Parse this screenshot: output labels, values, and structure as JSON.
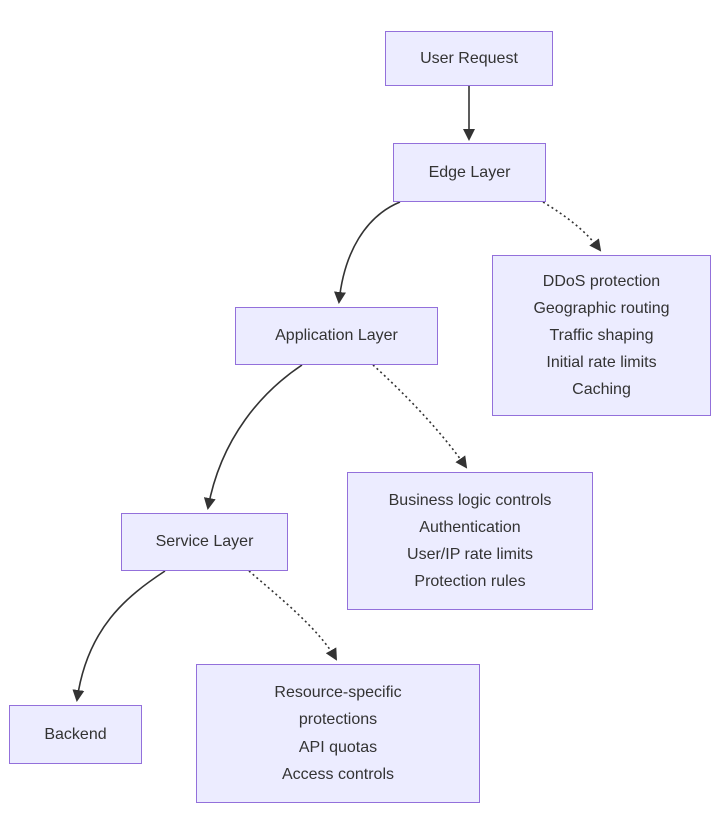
{
  "diagram": {
    "theme": {
      "background": "#ffffff",
      "node_fill": "#ECECFF",
      "node_border": "#9370DB",
      "edge_color": "#333333",
      "text_color": "#333333"
    },
    "nodes": {
      "user_request": {
        "label": "User Request"
      },
      "edge_layer": {
        "label": "Edge Layer"
      },
      "edge_details": {
        "label": "DDoS protection\nGeographic routing\nTraffic shaping\nInitial rate limits\nCaching"
      },
      "application_layer": {
        "label": "Application Layer"
      },
      "application_details": {
        "label": "Business logic controls\nAuthentication\nUser/IP rate limits\nProtection rules"
      },
      "service_layer": {
        "label": "Service Layer"
      },
      "service_details": {
        "label": "Resource-specific\nprotections\nAPI quotas\nAccess controls"
      },
      "backend": {
        "label": "Backend"
      }
    },
    "edges": [
      {
        "from": "user_request",
        "to": "edge_layer",
        "style": "solid"
      },
      {
        "from": "edge_layer",
        "to": "edge_details",
        "style": "dotted"
      },
      {
        "from": "edge_layer",
        "to": "application_layer",
        "style": "solid"
      },
      {
        "from": "application_layer",
        "to": "application_details",
        "style": "dotted"
      },
      {
        "from": "application_layer",
        "to": "service_layer",
        "style": "solid"
      },
      {
        "from": "service_layer",
        "to": "service_details",
        "style": "dotted"
      },
      {
        "from": "service_layer",
        "to": "backend",
        "style": "solid"
      }
    ]
  }
}
